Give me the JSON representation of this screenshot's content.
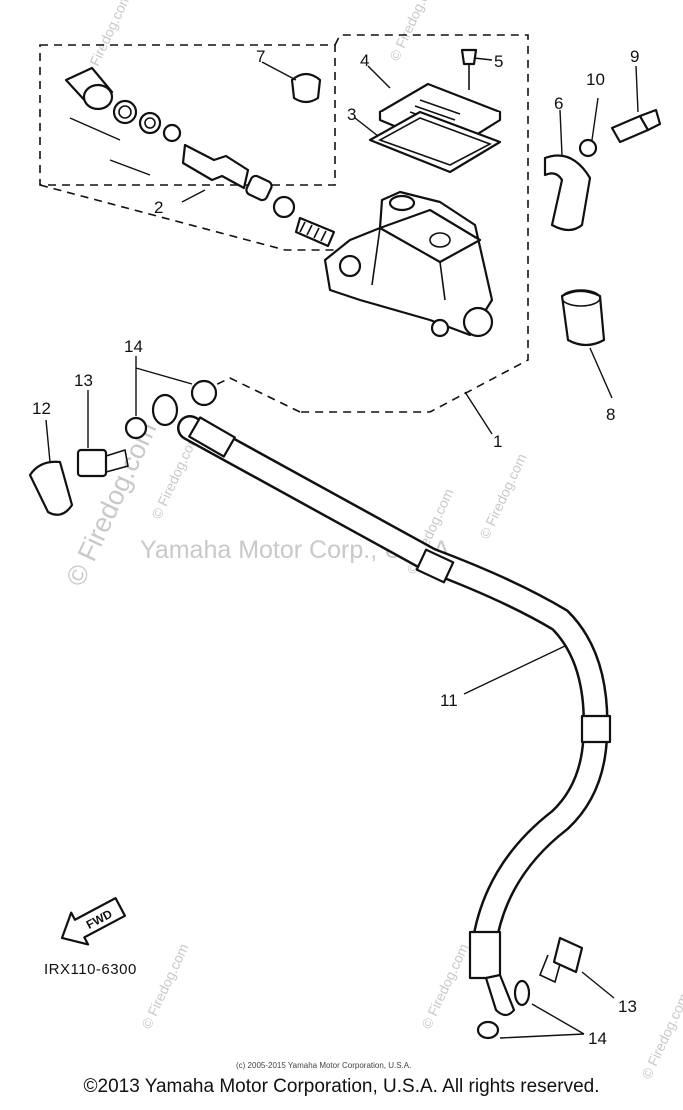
{
  "diagram": {
    "callouts": {
      "p1": "1",
      "p2": "2",
      "p3": "3",
      "p4": "4",
      "p5": "5",
      "p6": "6",
      "p7": "7",
      "p8": "8",
      "p9": "9",
      "p10": "10",
      "p11": "11",
      "p12": "12",
      "p13a": "13",
      "p13b": "13",
      "p14a": "14",
      "p14b": "14"
    },
    "fwd_label": "FWD",
    "code": "IRX110-6300",
    "watermark_center": "Yamaha Motor Corp., U.S.A.",
    "watermark_side": "© Firedog.com",
    "watermark_small": "© Firedog.com",
    "copyright_small": "(c) 2005-2015 Yamaha Motor Corporation, U.S.A.",
    "footer": "©2013 Yamaha Motor Corporation, U.S.A. All rights reserved."
  }
}
